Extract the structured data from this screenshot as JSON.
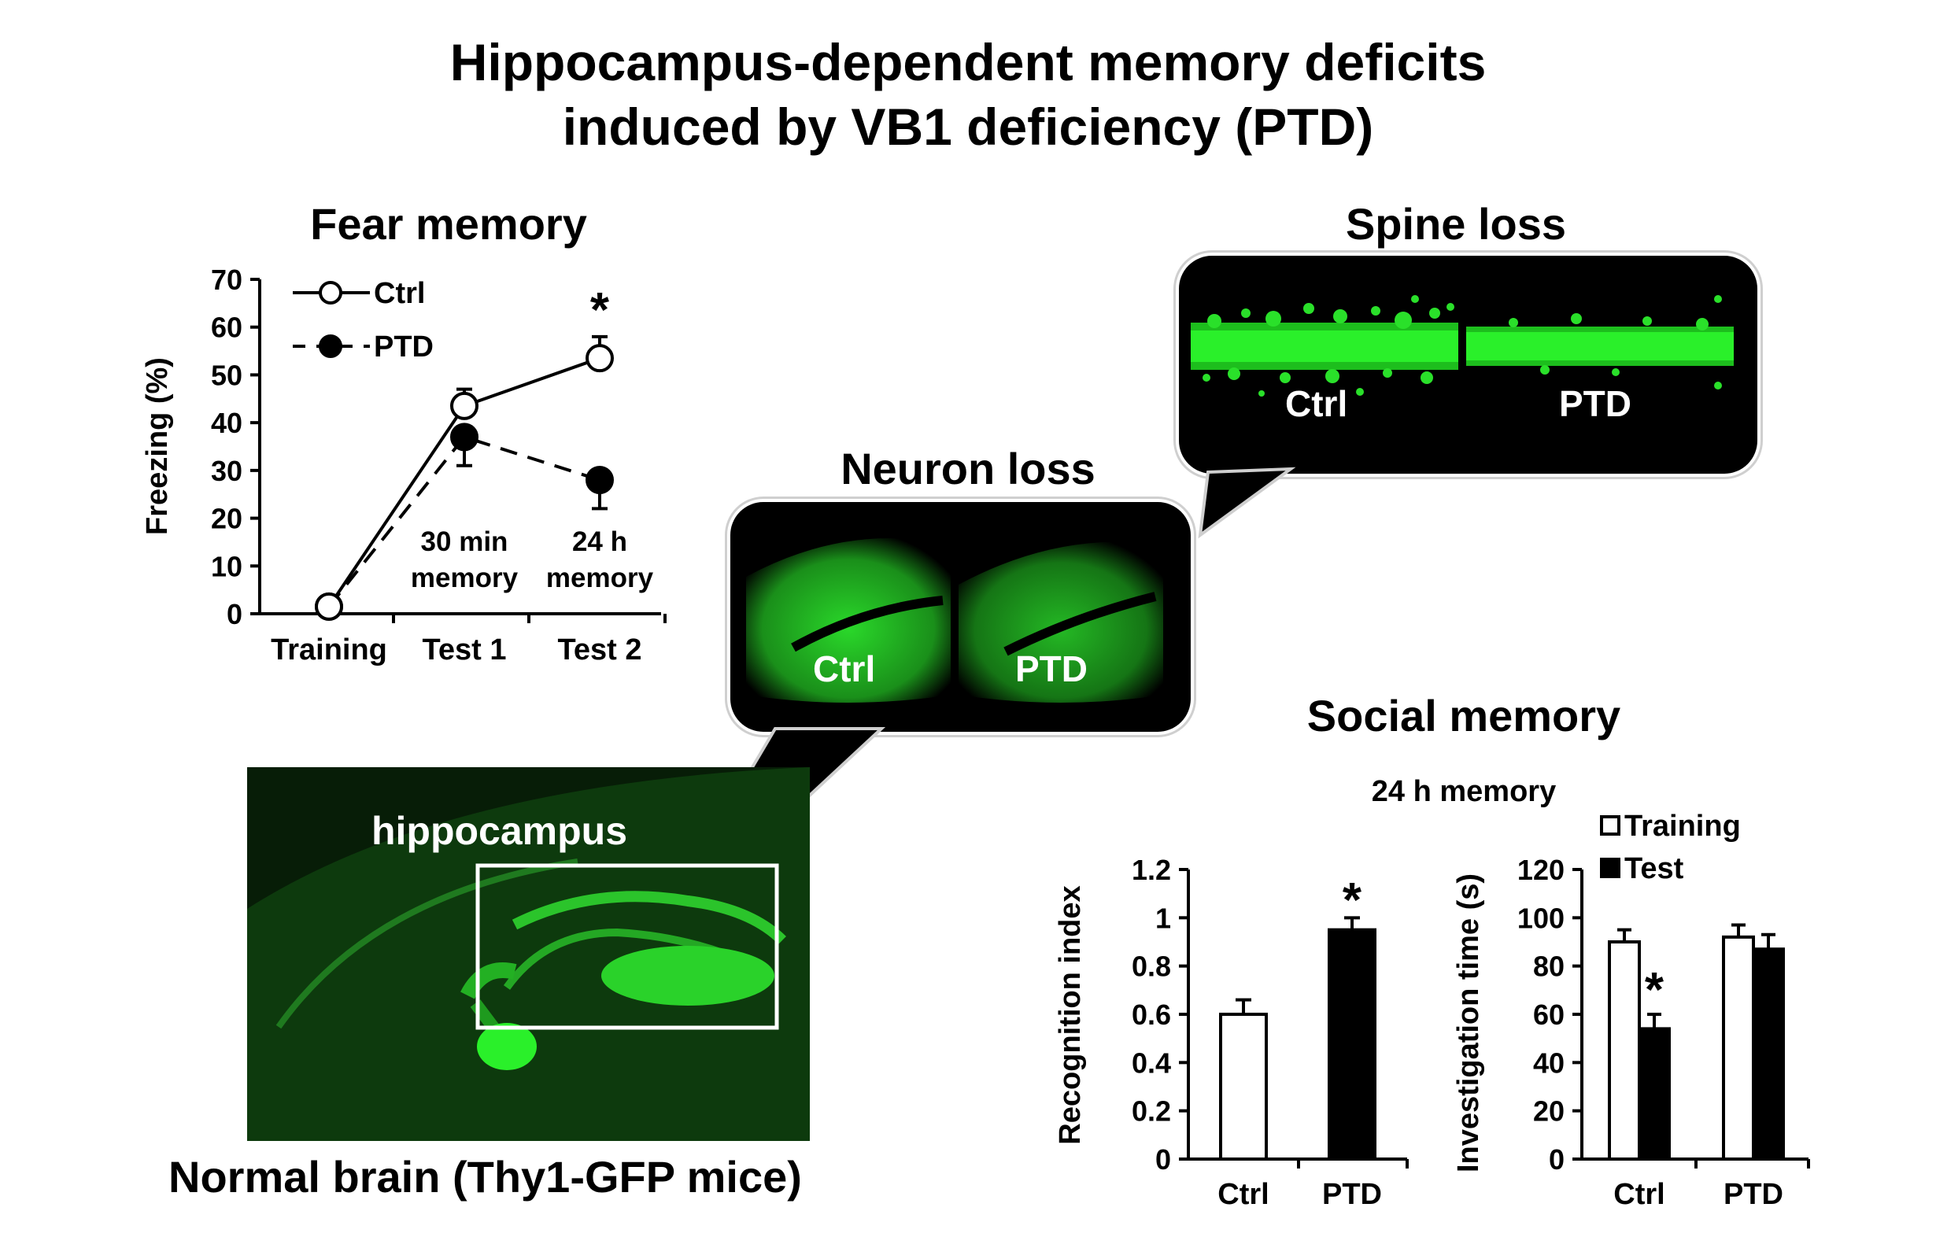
{
  "title": {
    "line1": "Hippocampus-dependent  memory deficits",
    "line2": "induced by VB1 deficiency (PTD)"
  },
  "fear": {
    "heading": "Fear memory",
    "annotations": [
      {
        "line1": "30 min",
        "line2": "memory"
      },
      {
        "line1": "24 h",
        "line2": "memory"
      }
    ],
    "significance": "*"
  },
  "spine": {
    "heading": "Spine loss",
    "labels": [
      "Ctrl",
      "PTD"
    ]
  },
  "neuron": {
    "heading": "Neuron loss",
    "labels": [
      "Ctrl",
      "PTD"
    ]
  },
  "brain": {
    "label": "hippocampus",
    "caption": "Normal brain (Thy1-GFP mice)"
  },
  "social": {
    "heading": "Social memory",
    "subheading": "24 h memory"
  },
  "colors": {
    "gfp_green": "#27e027",
    "background_black": "#000000",
    "bar_open": "#ffffff",
    "bar_filled": "#000000"
  },
  "chart_data": [
    {
      "type": "line",
      "title": "Fear memory",
      "xlabel": "",
      "ylabel": "Freezing (%)",
      "categories": [
        "Training",
        "Test 1",
        "Test 2"
      ],
      "ylim": [
        0,
        70
      ],
      "yticks": [
        "0",
        "10",
        "20",
        "30",
        "40",
        "50",
        "60",
        "70"
      ],
      "legend": "top-left",
      "series": [
        {
          "name": "Ctrl",
          "values": [
            1.5,
            43.5,
            53.5
          ],
          "errors": [
            0,
            3.5,
            4.5
          ],
          "marker": "open-circle",
          "line": "solid"
        },
        {
          "name": "PTD",
          "values": [
            1.5,
            37,
            28
          ],
          "errors": [
            0,
            6,
            6
          ],
          "marker": "filled-circle",
          "line": "dashed"
        }
      ],
      "significance": [
        {
          "category": "Test 2",
          "label": "*"
        }
      ]
    },
    {
      "type": "bar",
      "title": "",
      "xlabel": "",
      "ylabel": "Recognition index",
      "categories": [
        "Ctrl",
        "PTD"
      ],
      "ylim": [
        0,
        1.2
      ],
      "yticks": [
        "0",
        "0.2",
        "0.4",
        "0.6",
        "0.8",
        "1",
        "1.2"
      ],
      "values": [
        0.6,
        0.95
      ],
      "errors": [
        0.06,
        0.05
      ],
      "fills": [
        "#ffffff",
        "#000000"
      ],
      "significance": [
        {
          "category": "PTD",
          "label": "*"
        }
      ]
    },
    {
      "type": "bar",
      "title": "",
      "xlabel": "",
      "ylabel": "Investigation time (s)",
      "categories": [
        "Ctrl",
        "PTD"
      ],
      "ylim": [
        0,
        120
      ],
      "yticks": [
        "0",
        "20",
        "40",
        "60",
        "80",
        "100",
        "120"
      ],
      "legend": "top-left",
      "series": [
        {
          "name": "Training",
          "values": [
            90,
            92
          ],
          "errors": [
            5,
            5
          ],
          "fill": "#ffffff"
        },
        {
          "name": "Test",
          "values": [
            54,
            87
          ],
          "errors": [
            6,
            6
          ],
          "fill": "#000000"
        }
      ],
      "significance": [
        {
          "category": "Ctrl",
          "series": "Test",
          "label": "*"
        }
      ]
    }
  ]
}
